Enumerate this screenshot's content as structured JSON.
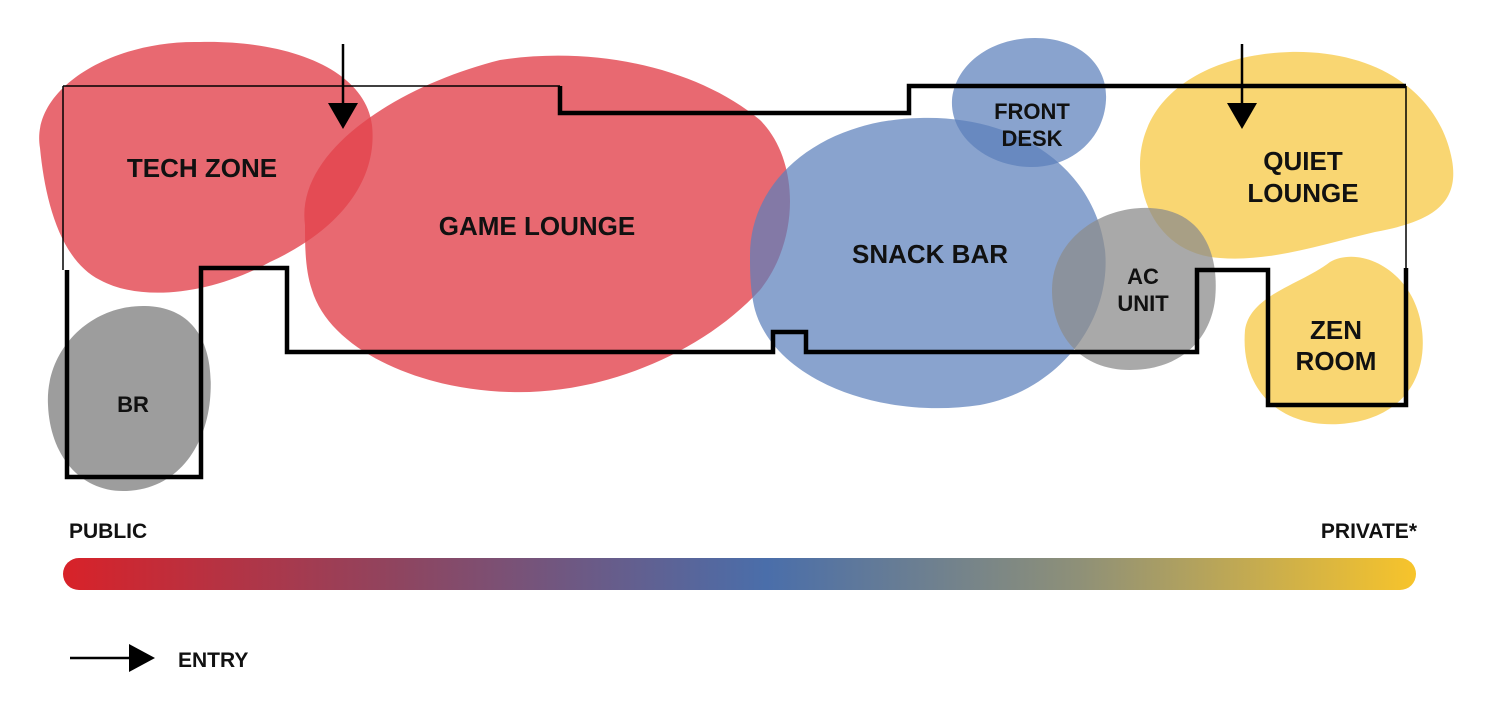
{
  "zones": {
    "tech_zone": {
      "label": "TECH ZONE",
      "color": "#e2444e"
    },
    "game_lounge": {
      "label": "GAME LOUNGE",
      "color": "#e2444e"
    },
    "snack_bar": {
      "label": "SNACK BAR",
      "color": "#5b7fbb"
    },
    "front_desk": {
      "label_line1": "FRONT",
      "label_line2": "DESK",
      "color": "#5b7fbb"
    },
    "quiet_lounge": {
      "label_line1": "QUIET",
      "label_line2": "LOUNGE",
      "color": "#f7c843"
    },
    "zen_room": {
      "label_line1": "ZEN",
      "label_line2": "ROOM",
      "color": "#f7c843"
    },
    "ac_unit": {
      "label_line1": "AC",
      "label_line2": "UNIT",
      "color": "#8c8c8c"
    },
    "br": {
      "label": "BR",
      "color": "#8c8c8c"
    }
  },
  "scale": {
    "public_label": "PUBLIC",
    "private_label": "PRIVATE*",
    "gradient_colors": [
      "#d82229",
      "#8e4560",
      "#4a6eaa",
      "#8e9078",
      "#f7c42b"
    ]
  },
  "legend": {
    "entry_label": "ENTRY"
  }
}
